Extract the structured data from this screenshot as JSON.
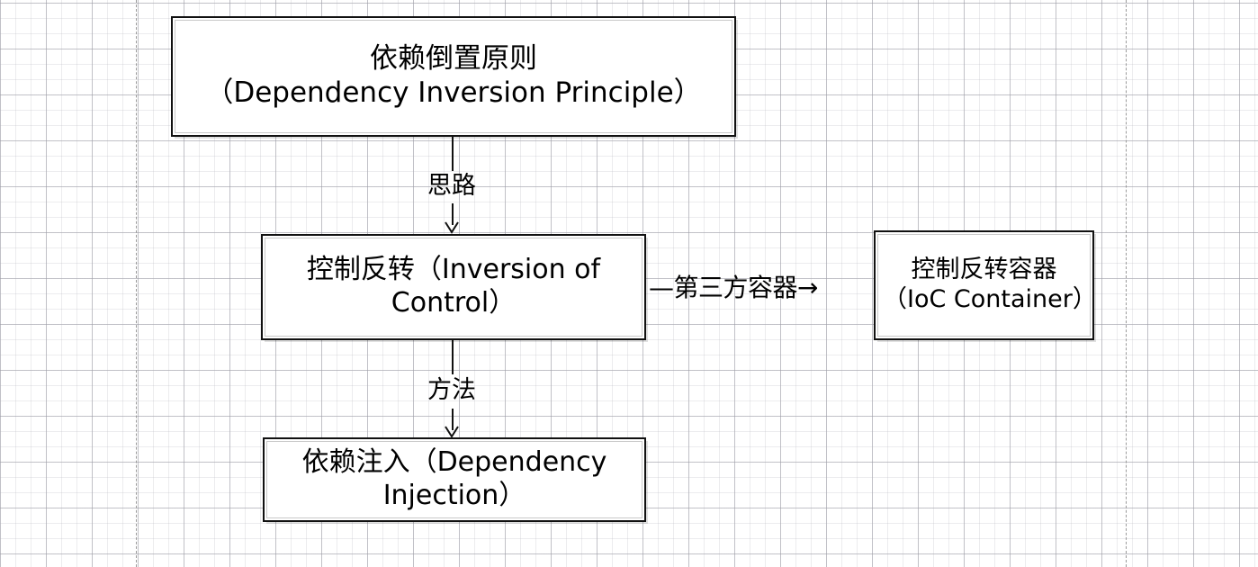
{
  "diagram": {
    "title": "Dependency Inversion Principle flow diagram",
    "background": {
      "grid": "graph-paper",
      "minor_grid_color": "#d9d9dd",
      "major_grid_color": "#bdbdc4",
      "page_guides": [
        151,
        1251
      ]
    },
    "style": {
      "box_border_color": "#111111",
      "box_fill_color": "#ffffff",
      "text_color": "#000000",
      "connector_color": "#111111"
    },
    "nodes": [
      {
        "id": "dip",
        "text": "依赖倒置原则\n（Dependency Inversion Principle）",
        "line1": "依赖倒置原则",
        "line2": "（Dependency Inversion Principle）"
      },
      {
        "id": "ioc",
        "text": "控制反转（Inversion of Control）",
        "line1": "控制反转（Inversion of",
        "line2": "Control）"
      },
      {
        "id": "di",
        "text": "依赖注入（Dependency Injection）",
        "line1": "依赖注入（Dependency",
        "line2": "Injection）"
      },
      {
        "id": "ioc-container",
        "text": "控制反转容器（IoC Container）",
        "line1": "控制反转容器",
        "line2": "（IoC",
        "line3": "Container）"
      }
    ],
    "edges": [
      {
        "id": "dip-to-ioc",
        "from": "dip",
        "to": "ioc",
        "label": "思路",
        "direction": "down",
        "arrowhead": "open-v"
      },
      {
        "id": "ioc-to-di",
        "from": "ioc",
        "to": "di",
        "label": "方法",
        "direction": "down",
        "arrowhead": "open-v"
      },
      {
        "id": "ioc-to-container",
        "from": "ioc",
        "to": "ioc-container",
        "label": "—第三方容器→",
        "label_text": "第三方容器",
        "direction": "right",
        "arrowhead": "solid"
      }
    ]
  }
}
